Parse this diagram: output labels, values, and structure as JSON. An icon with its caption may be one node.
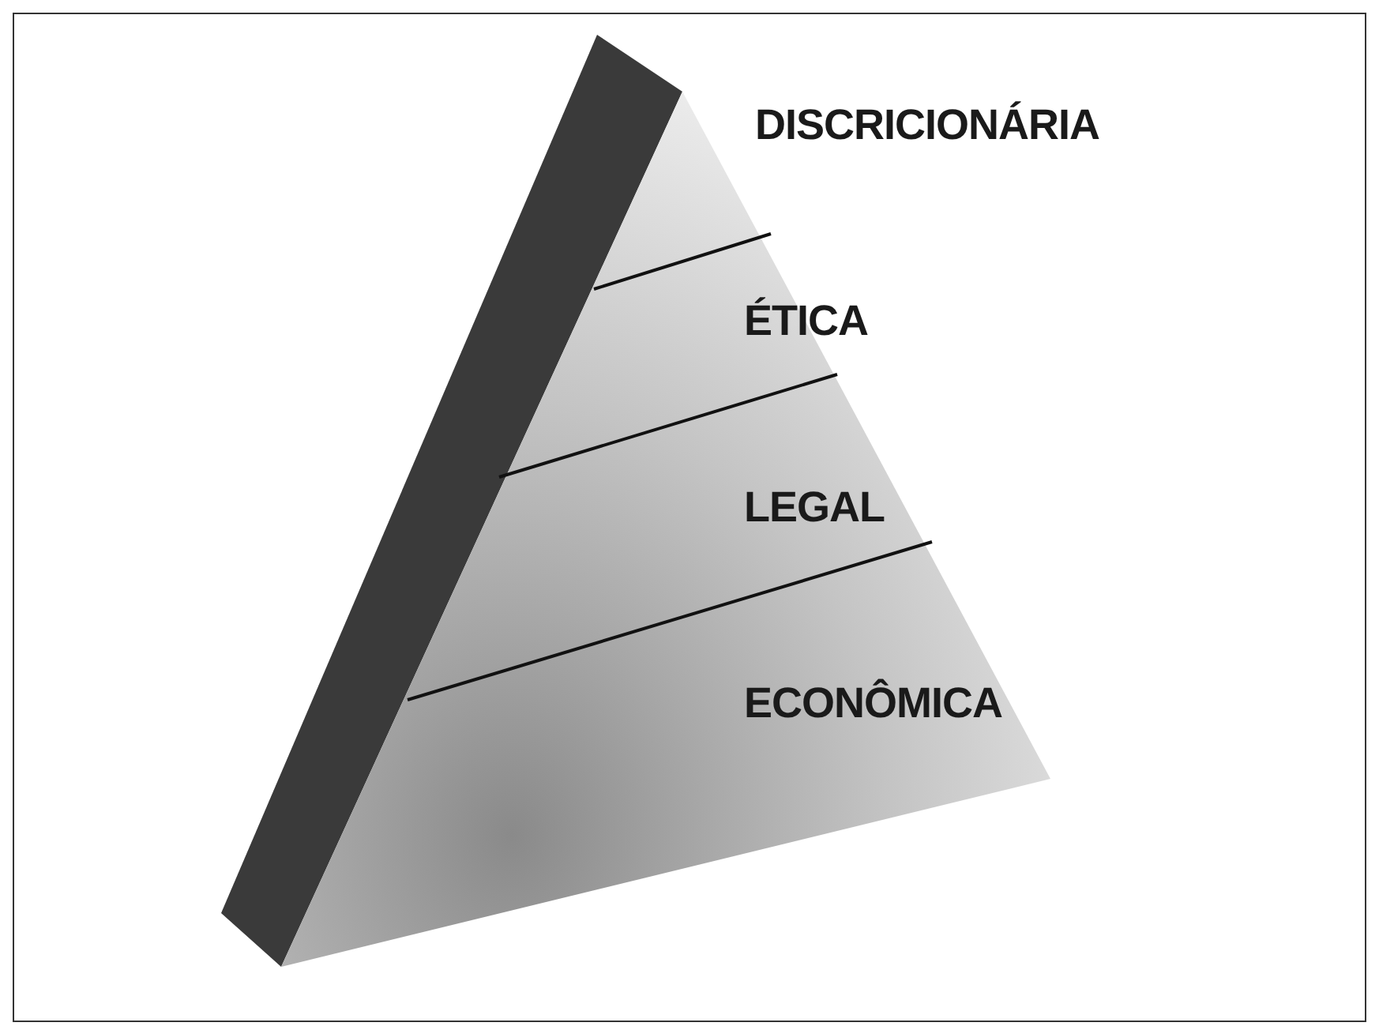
{
  "diagram": {
    "nodes": [
      {
        "text": [
          "DISCRICIONÁRIA"
        ]
      },
      {
        "text": [
          "ÉTICA"
        ]
      },
      {
        "text": [
          "LEGAL"
        ]
      },
      {
        "text": [
          "ECONÔMICA"
        ]
      }
    ]
  }
}
